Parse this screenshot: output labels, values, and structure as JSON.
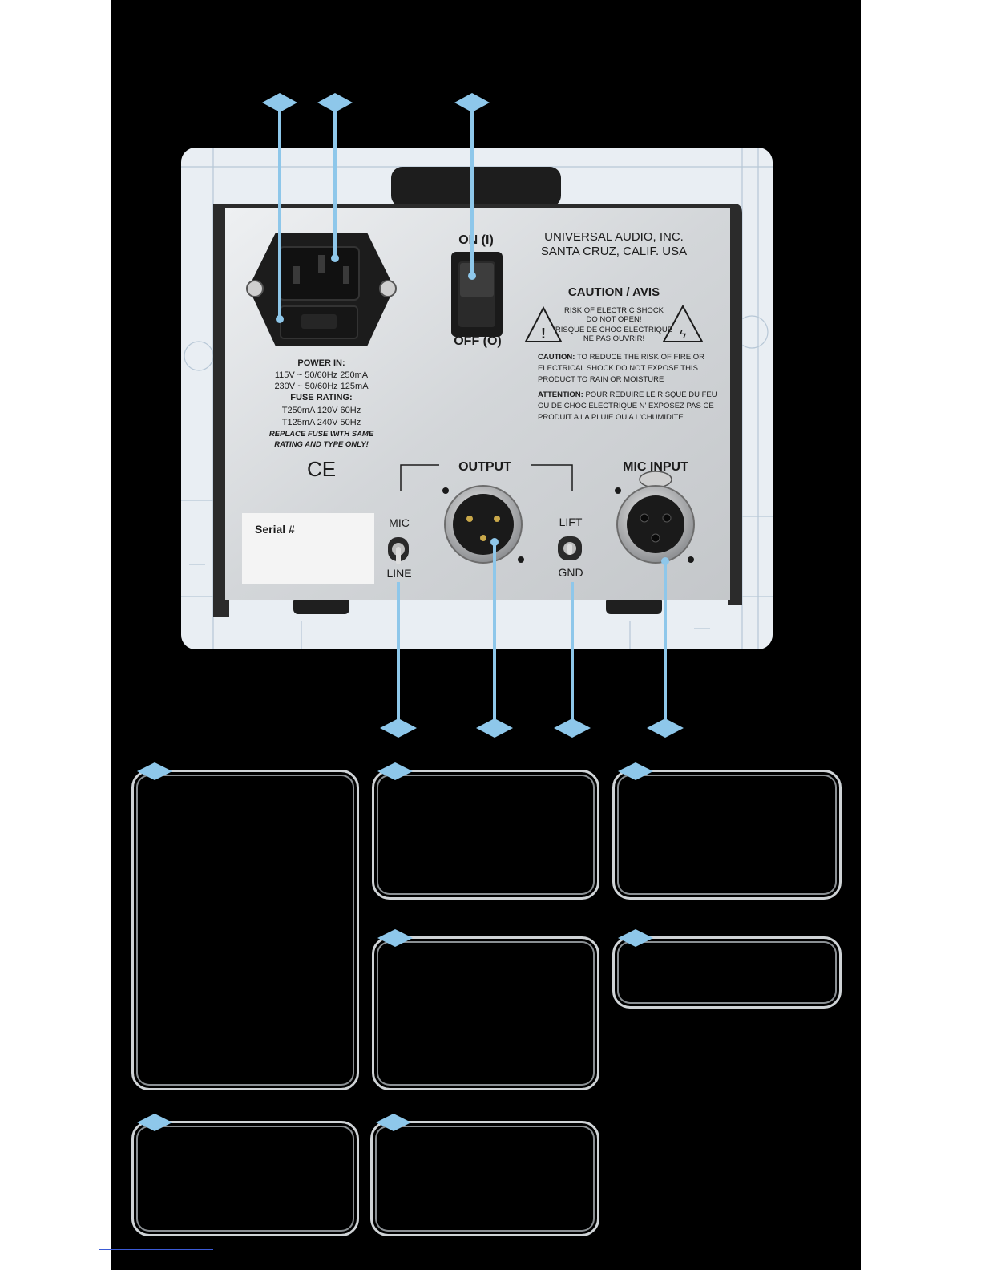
{
  "panel": {
    "maker_line1": "UNIVERSAL AUDIO, INC.",
    "maker_line2": "SANTA CRUZ, CALIF. USA",
    "power_on": "ON (I)",
    "power_off": "OFF (O)",
    "caution_title": "CAUTION / AVIS",
    "shock_l1": "RISK OF ELECTRIC SHOCK",
    "shock_l2": "DO NOT OPEN!",
    "shock_l3": "RISQUE DE CHOC ELECTRIQUE",
    "shock_l4": "NE PAS OUVRIR!",
    "caution_head": "CAUTION:",
    "caution_l1": " TO REDUCE THE RISK OF FIRE OR",
    "caution_l2": "ELECTRICAL SHOCK DO NOT EXPOSE THIS",
    "caution_l3": "PRODUCT TO RAIN OR MOISTURE",
    "attention_head": "ATTENTION:",
    "attention_l1": " POUR REDUIRE LE RISQUE DU FEU",
    "attention_l2": "OU DE CHOC ELECTRIQUE N' EXPOSEZ PAS CE",
    "attention_l3": "PRODUIT A LA PLUIE OU A L'CHUMIDITE'",
    "power_in": "POWER IN:",
    "power_l1": "115V ~ 50/60Hz 250mA",
    "power_l2": "230V ~ 50/60Hz 125mA",
    "fuse_rating": "FUSE RATING:",
    "fuse_l1": "T250mA 120V 60Hz",
    "fuse_l2": "T125mA 240V 50Hz",
    "replace_l1": "REPLACE FUSE WITH SAME",
    "replace_l2": "RATING AND TYPE ONLY!",
    "ce_mark": "CE",
    "serial": "Serial #",
    "output": "OUTPUT",
    "mic": "MIC",
    "line": "LINE",
    "lift": "LIFT",
    "gnd": "GND",
    "mic_input": "MIC INPUT"
  },
  "colors": {
    "background": "#000000",
    "callout": "#8ec7ea",
    "panel_steel": "#d9dcdf",
    "chassis": "#2a2a2a"
  }
}
